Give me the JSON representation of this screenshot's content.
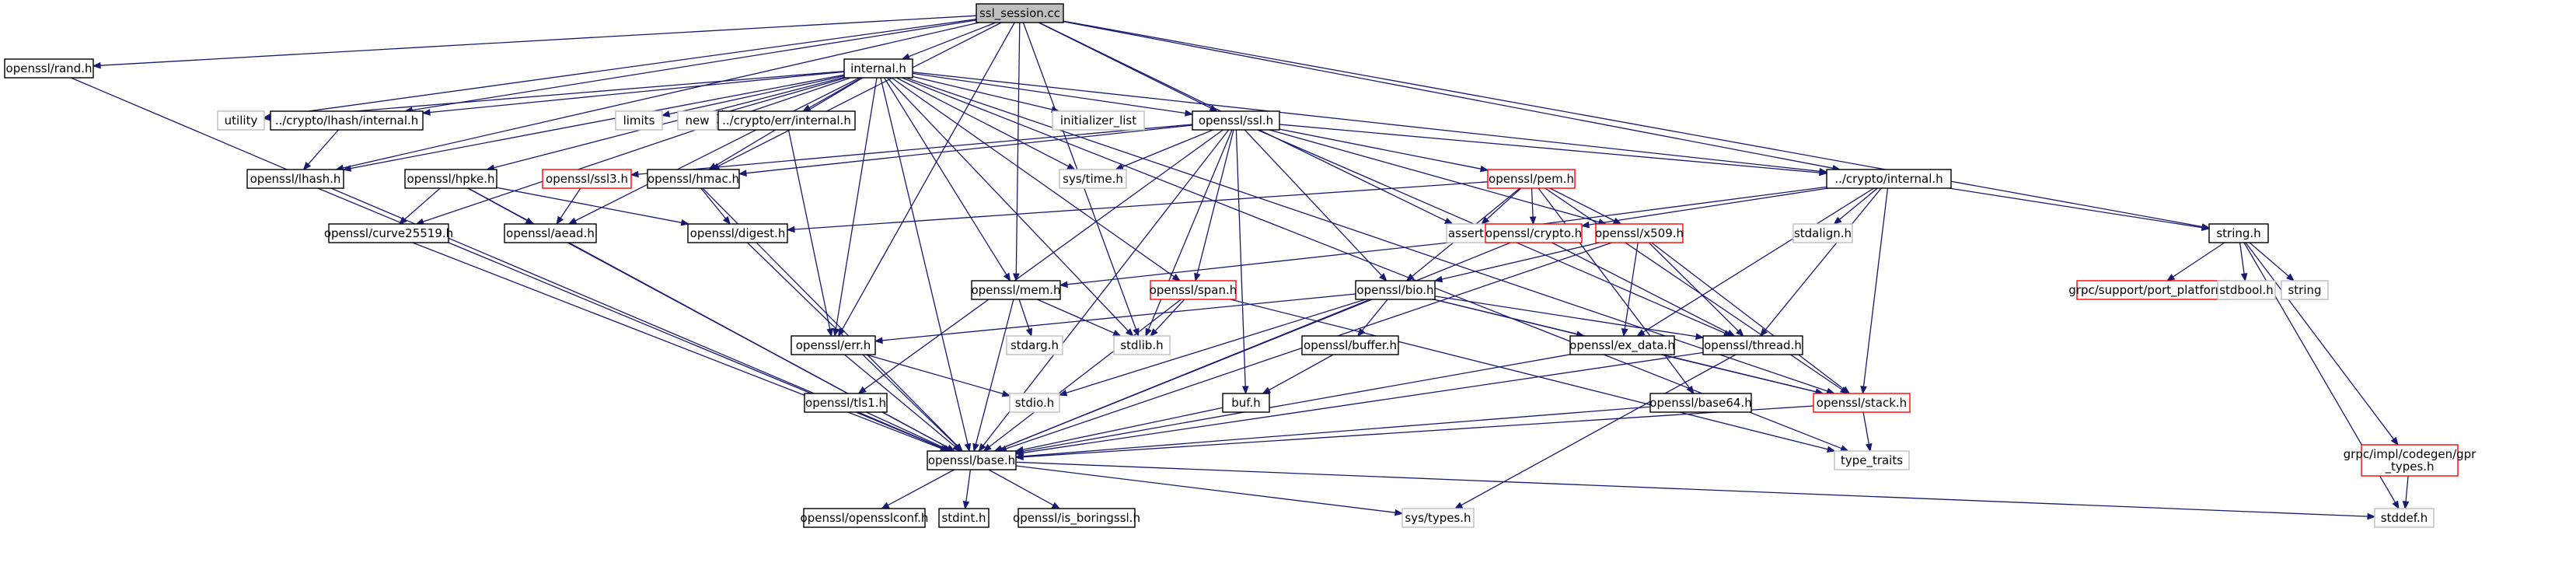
{
  "diagram": {
    "nodes": [
      {
        "id": "ssl_session",
        "label": "ssl_session.cc",
        "style": "root"
      },
      {
        "id": "rand",
        "label": "openssl/rand.h",
        "style": "normal"
      },
      {
        "id": "internal",
        "label": "internal.h",
        "style": "normal"
      },
      {
        "id": "utility",
        "label": "utility",
        "style": "sys"
      },
      {
        "id": "lhash_internal",
        "label": "../crypto/lhash/internal.h",
        "style": "normal"
      },
      {
        "id": "limits",
        "label": "limits",
        "style": "sys"
      },
      {
        "id": "new",
        "label": "new",
        "style": "sys"
      },
      {
        "id": "err_internal",
        "label": "../crypto/err/internal.h",
        "style": "normal"
      },
      {
        "id": "initializer_list",
        "label": "initializer_list",
        "style": "sys"
      },
      {
        "id": "ssl",
        "label": "openssl/ssl.h",
        "style": "normal"
      },
      {
        "id": "crypto_internal",
        "label": "../crypto/internal.h",
        "style": "normal"
      },
      {
        "id": "lhash",
        "label": "openssl/lhash.h",
        "style": "normal"
      },
      {
        "id": "hpke",
        "label": "openssl/hpke.h",
        "style": "normal"
      },
      {
        "id": "ssl3",
        "label": "openssl/ssl3.h",
        "style": "trunc"
      },
      {
        "id": "hmac",
        "label": "openssl/hmac.h",
        "style": "normal"
      },
      {
        "id": "systime",
        "label": "sys/time.h",
        "style": "sys"
      },
      {
        "id": "pem",
        "label": "openssl/pem.h",
        "style": "trunc"
      },
      {
        "id": "assert",
        "label": "assert.h",
        "style": "sys"
      },
      {
        "id": "stdalign",
        "label": "stdalign.h",
        "style": "sys"
      },
      {
        "id": "string_h",
        "label": "string.h",
        "style": "normal"
      },
      {
        "id": "curve25519",
        "label": "openssl/curve25519.h",
        "style": "normal"
      },
      {
        "id": "aead",
        "label": "openssl/aead.h",
        "style": "normal"
      },
      {
        "id": "digest",
        "label": "openssl/digest.h",
        "style": "normal"
      },
      {
        "id": "ocrypto",
        "label": "openssl/crypto.h",
        "style": "trunc"
      },
      {
        "id": "x509",
        "label": "openssl/x509.h",
        "style": "trunc"
      },
      {
        "id": "port_platform",
        "label": "grpc/support/port_platform.h",
        "style": "trunc"
      },
      {
        "id": "stdbool",
        "label": "stdbool.h",
        "style": "sys"
      },
      {
        "id": "string",
        "label": "string",
        "style": "sys"
      },
      {
        "id": "mem",
        "label": "openssl/mem.h",
        "style": "normal"
      },
      {
        "id": "span",
        "label": "openssl/span.h",
        "style": "trunc"
      },
      {
        "id": "bio",
        "label": "openssl/bio.h",
        "style": "normal"
      },
      {
        "id": "stdarg",
        "label": "stdarg.h",
        "style": "sys"
      },
      {
        "id": "stdlib",
        "label": "stdlib.h",
        "style": "sys"
      },
      {
        "id": "buffer",
        "label": "openssl/buffer.h",
        "style": "normal"
      },
      {
        "id": "ex_data",
        "label": "openssl/ex_data.h",
        "style": "normal"
      },
      {
        "id": "thread",
        "label": "openssl/thread.h",
        "style": "normal"
      },
      {
        "id": "err",
        "label": "openssl/err.h",
        "style": "normal"
      },
      {
        "id": "stdio",
        "label": "stdio.h",
        "style": "sys"
      },
      {
        "id": "tls1",
        "label": "openssl/tls1.h",
        "style": "normal"
      },
      {
        "id": "buf",
        "label": "buf.h",
        "style": "normal"
      },
      {
        "id": "base64",
        "label": "openssl/base64.h",
        "style": "normal"
      },
      {
        "id": "stack",
        "label": "openssl/stack.h",
        "style": "trunc"
      },
      {
        "id": "base",
        "label": "openssl/base.h",
        "style": "normal"
      },
      {
        "id": "type_traits",
        "label": "type_traits",
        "style": "sys"
      },
      {
        "id": "gpr_types",
        "label": "grpc/impl/codegen/gpr\n_types.h",
        "style": "trunc"
      },
      {
        "id": "opensslconf",
        "label": "openssl/opensslconf.h",
        "style": "normal"
      },
      {
        "id": "stdint",
        "label": "stdint.h",
        "style": "normal"
      },
      {
        "id": "is_boringssl",
        "label": "openssl/is_boringssl.h",
        "style": "normal"
      },
      {
        "id": "systypes",
        "label": "sys/types.h",
        "style": "sys"
      },
      {
        "id": "stddef",
        "label": "stddef.h",
        "style": "sys"
      }
    ],
    "edges": [
      [
        "ssl_session",
        "rand"
      ],
      [
        "ssl_session",
        "internal"
      ],
      [
        "ssl_session",
        "utility"
      ],
      [
        "ssl_session",
        "lhash_internal"
      ],
      [
        "ssl_session",
        "ssl"
      ],
      [
        "ssl_session",
        "crypto_internal"
      ],
      [
        "ssl_session",
        "lhash"
      ],
      [
        "ssl_session",
        "hmac"
      ],
      [
        "ssl_session",
        "mem"
      ],
      [
        "ssl_session",
        "err"
      ],
      [
        "ssl_session",
        "assert"
      ],
      [
        "ssl_session",
        "stdlib"
      ],
      [
        "ssl_session",
        "string_h"
      ],
      [
        "rand",
        "base"
      ],
      [
        "internal",
        "utility"
      ],
      [
        "internal",
        "lhash_internal"
      ],
      [
        "internal",
        "limits"
      ],
      [
        "internal",
        "new"
      ],
      [
        "internal",
        "err_internal"
      ],
      [
        "internal",
        "initializer_list"
      ],
      [
        "internal",
        "ssl"
      ],
      [
        "internal",
        "crypto_internal"
      ],
      [
        "internal",
        "lhash"
      ],
      [
        "internal",
        "hpke"
      ],
      [
        "internal",
        "curve25519"
      ],
      [
        "internal",
        "aead"
      ],
      [
        "internal",
        "hmac"
      ],
      [
        "internal",
        "systime"
      ],
      [
        "internal",
        "mem"
      ],
      [
        "internal",
        "span"
      ],
      [
        "internal",
        "err"
      ],
      [
        "internal",
        "stdlib"
      ],
      [
        "internal",
        "base"
      ],
      [
        "internal",
        "type_traits"
      ],
      [
        "internal",
        "stack"
      ],
      [
        "lhash_internal",
        "lhash"
      ],
      [
        "err_internal",
        "err"
      ],
      [
        "ssl",
        "ssl3"
      ],
      [
        "ssl",
        "hmac"
      ],
      [
        "ssl",
        "systime"
      ],
      [
        "ssl",
        "pem"
      ],
      [
        "ssl",
        "x509"
      ],
      [
        "ssl",
        "bio"
      ],
      [
        "ssl",
        "span"
      ],
      [
        "ssl",
        "tls1"
      ],
      [
        "ssl",
        "buf"
      ],
      [
        "ssl",
        "stdlib"
      ],
      [
        "ssl",
        "base"
      ],
      [
        "ssl",
        "thread"
      ],
      [
        "ssl",
        "crypto_internal"
      ],
      [
        "crypto_internal",
        "assert"
      ],
      [
        "crypto_internal",
        "stdalign"
      ],
      [
        "crypto_internal",
        "string_h"
      ],
      [
        "crypto_internal",
        "ocrypto"
      ],
      [
        "crypto_internal",
        "ex_data"
      ],
      [
        "crypto_internal",
        "thread"
      ],
      [
        "crypto_internal",
        "stack"
      ],
      [
        "lhash",
        "base"
      ],
      [
        "hpke",
        "curve25519"
      ],
      [
        "hpke",
        "aead"
      ],
      [
        "hpke",
        "digest"
      ],
      [
        "hpke",
        "base"
      ],
      [
        "ssl3",
        "aead"
      ],
      [
        "hmac",
        "digest"
      ],
      [
        "hmac",
        "base"
      ],
      [
        "pem",
        "digest"
      ],
      [
        "pem",
        "assert"
      ],
      [
        "pem",
        "ocrypto"
      ],
      [
        "pem",
        "x509"
      ],
      [
        "pem",
        "bio"
      ],
      [
        "pem",
        "base64"
      ],
      [
        "pem",
        "stack"
      ],
      [
        "string_h",
        "port_platform"
      ],
      [
        "string_h",
        "stdbool"
      ],
      [
        "string_h",
        "string"
      ],
      [
        "string_h",
        "gpr_types"
      ],
      [
        "string_h",
        "stddef"
      ],
      [
        "curve25519",
        "base"
      ],
      [
        "aead",
        "base"
      ],
      [
        "digest",
        "base"
      ],
      [
        "ocrypto",
        "mem"
      ],
      [
        "ocrypto",
        "thread"
      ],
      [
        "ocrypto",
        "base"
      ],
      [
        "x509",
        "bio"
      ],
      [
        "x509",
        "ex_data"
      ],
      [
        "x509",
        "thread"
      ],
      [
        "x509",
        "stack"
      ],
      [
        "x509",
        "base"
      ],
      [
        "mem",
        "stdarg"
      ],
      [
        "mem",
        "stdlib"
      ],
      [
        "mem",
        "base"
      ],
      [
        "span",
        "stdlib"
      ],
      [
        "span",
        "base"
      ],
      [
        "span",
        "type_traits"
      ],
      [
        "bio",
        "err"
      ],
      [
        "bio",
        "stdio"
      ],
      [
        "bio",
        "buffer"
      ],
      [
        "bio",
        "ex_data"
      ],
      [
        "bio",
        "thread"
      ],
      [
        "bio",
        "stack"
      ],
      [
        "bio",
        "base"
      ],
      [
        "buffer",
        "buf"
      ],
      [
        "ex_data",
        "stack"
      ],
      [
        "ex_data",
        "base"
      ],
      [
        "thread",
        "systypes"
      ],
      [
        "thread",
        "base"
      ],
      [
        "err",
        "stdio"
      ],
      [
        "err",
        "base"
      ],
      [
        "tls1",
        "base"
      ],
      [
        "buf",
        "base"
      ],
      [
        "base64",
        "base"
      ],
      [
        "stack",
        "type_traits"
      ],
      [
        "stack",
        "base"
      ],
      [
        "base",
        "opensslconf"
      ],
      [
        "base",
        "stdint"
      ],
      [
        "base",
        "is_boringssl"
      ],
      [
        "base",
        "systypes"
      ],
      [
        "base",
        "stddef"
      ],
      [
        "gpr_types",
        "stddef"
      ]
    ]
  }
}
